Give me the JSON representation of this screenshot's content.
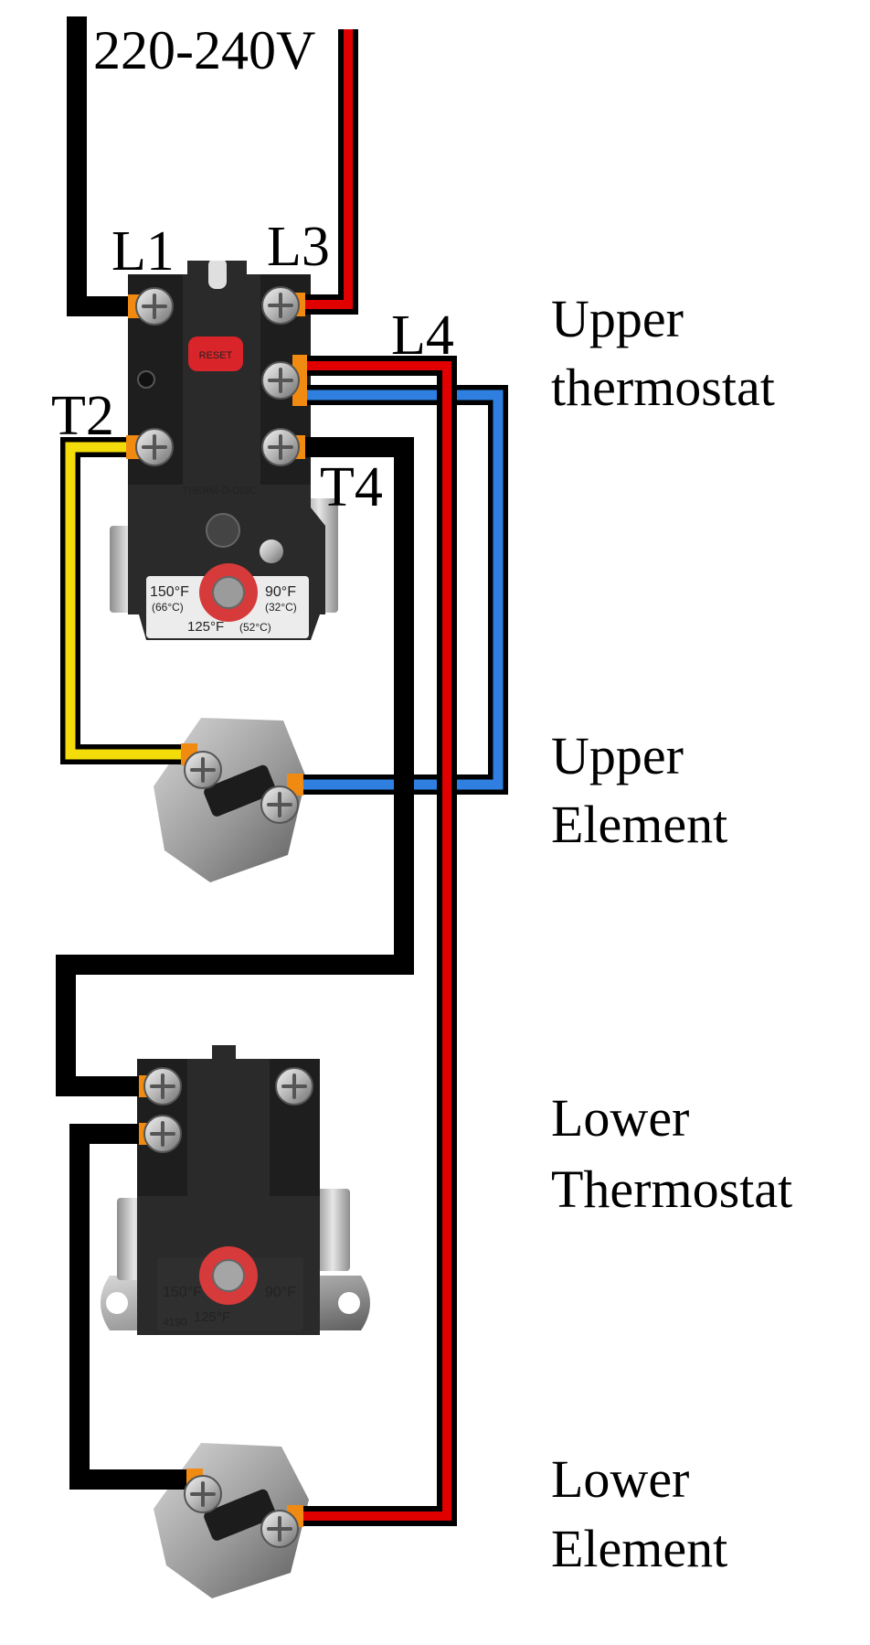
{
  "supply": {
    "voltage": "220-240V"
  },
  "terminals": {
    "l1": "L1",
    "l3": "L3",
    "l4": "L4",
    "t2": "T2",
    "t4": "T4"
  },
  "components": {
    "upper_thermostat": {
      "line1": "Upper",
      "line2": "thermostat"
    },
    "upper_element": {
      "line1": "Upper",
      "line2": "Element"
    },
    "lower_thermostat": {
      "line1": "Lower",
      "line2": "Thermostat"
    },
    "lower_element": {
      "line1": "Lower",
      "line2": "Element"
    }
  },
  "thermostat_markings": {
    "upper": {
      "brand": "THERM-O-DISC",
      "high": "150°F",
      "high_c": "(66°C)",
      "low": "90°F",
      "low_c": "(32°C)",
      "mid": "125°F",
      "mid_c": "(52°C)",
      "reset": "RESET"
    },
    "lower": {
      "high": "150°F",
      "low": "90°F",
      "mid": "125°F",
      "model": "4190"
    }
  },
  "colors": {
    "wire_black": "#000000",
    "wire_red": "#e10000",
    "wire_blue": "#2f7fe0",
    "wire_yellow": "#f3dc0a",
    "terminal_orange": "#f08a10",
    "thermostat_body": "#2a2a2a",
    "element_plate": "#a9a9a9",
    "dial_red": "#d63a3a"
  }
}
